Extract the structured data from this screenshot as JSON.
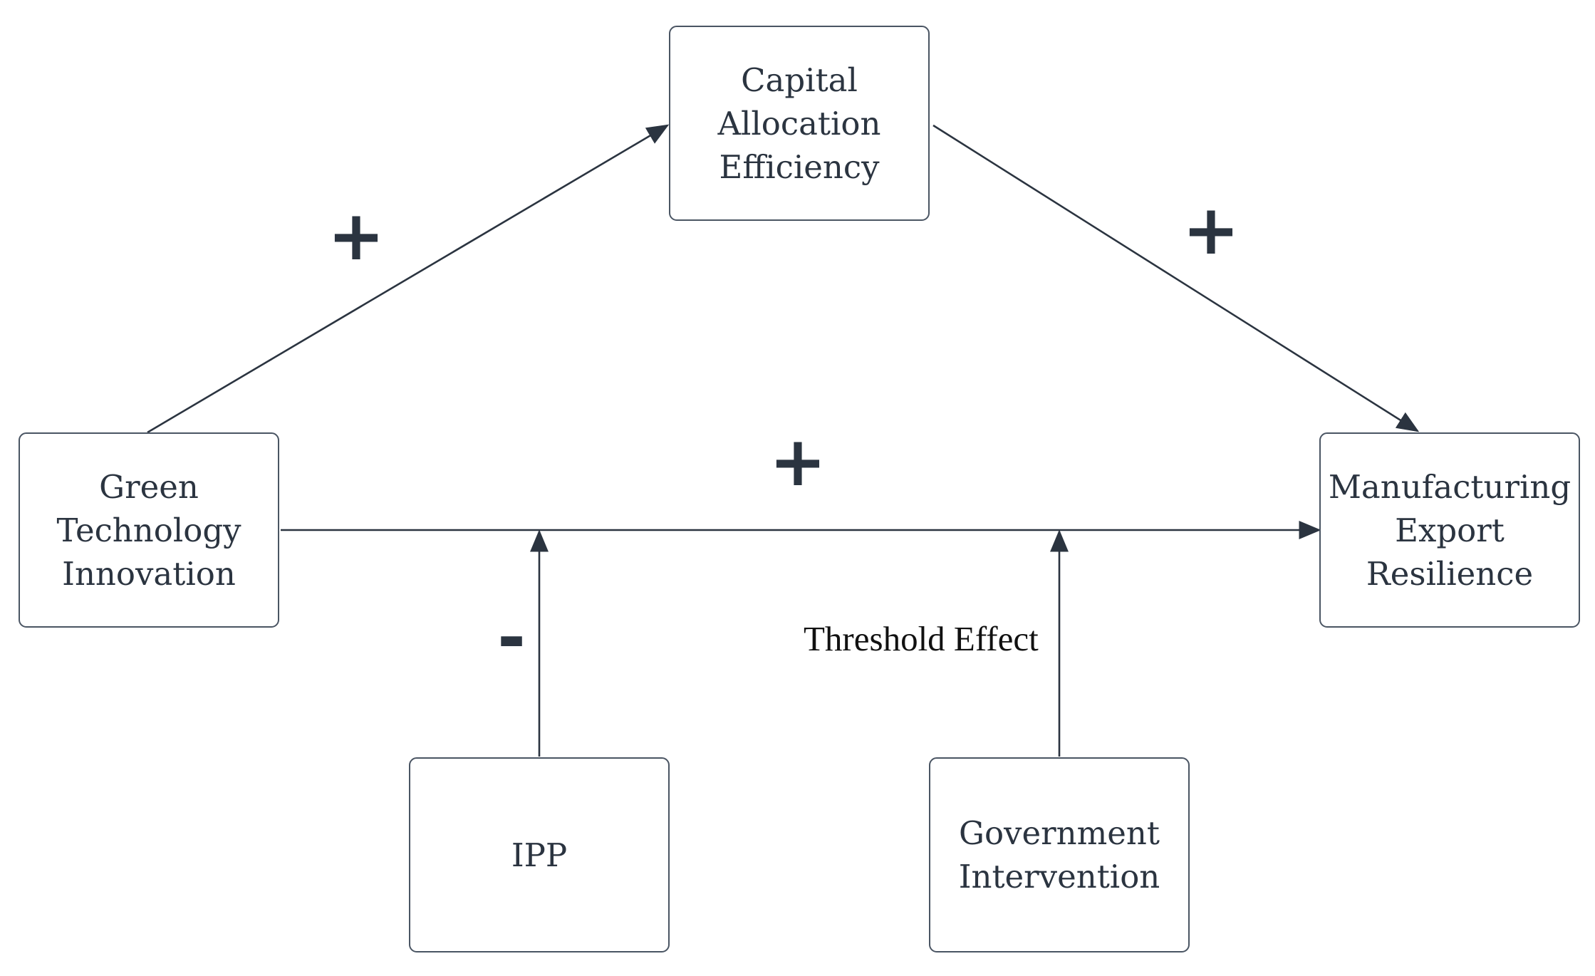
{
  "nodes": {
    "capital": {
      "lines": [
        "Capital",
        "Allocation",
        "Efficiency"
      ]
    },
    "green": {
      "lines": [
        "Green",
        "Technology",
        "Innovation"
      ]
    },
    "manufacturing": {
      "lines": [
        "Manufacturing",
        "Export",
        "Resilience"
      ]
    },
    "ipp": {
      "lines": [
        "IPP"
      ]
    },
    "government": {
      "lines": [
        "Government",
        "Intervention"
      ]
    }
  },
  "edge_labels": {
    "green_to_capital": "+",
    "capital_to_manufacturing": "+",
    "green_to_manufacturing": "+",
    "ipp_moderation": "-",
    "threshold": "Threshold Effect"
  },
  "colors": {
    "line": "#2b3440",
    "border": "#4a5563"
  }
}
